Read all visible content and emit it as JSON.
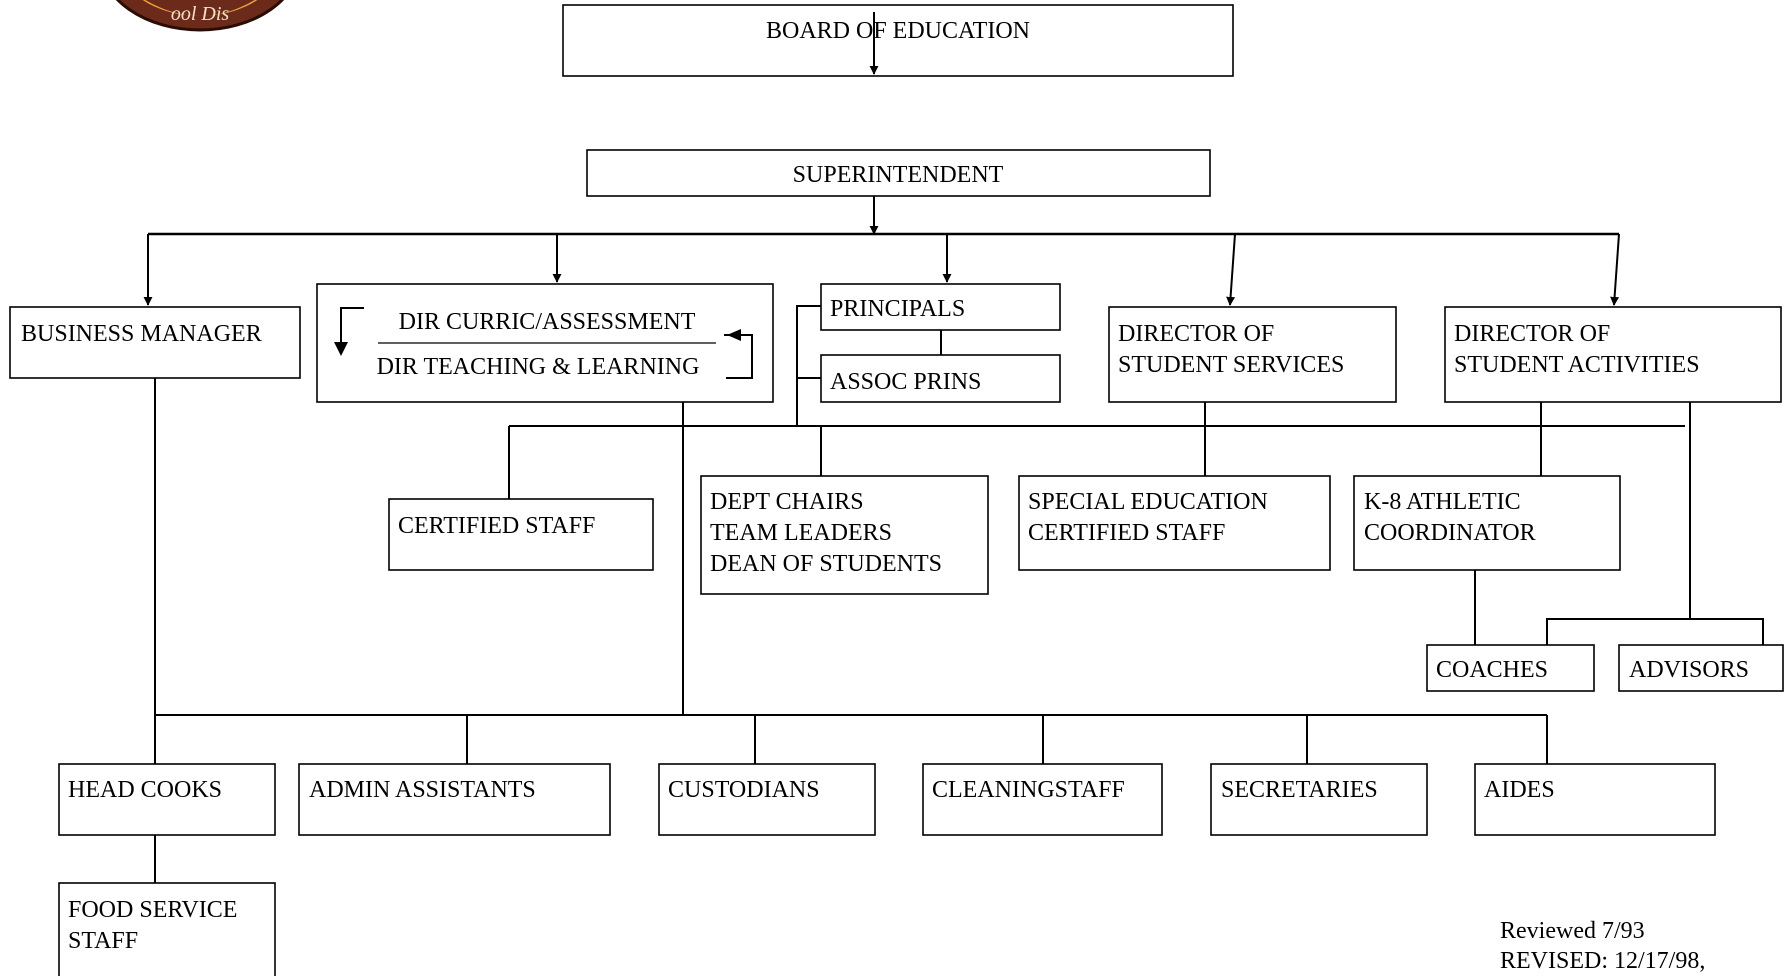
{
  "logo": {
    "text": "ool Dis",
    "outer_color": "#6b2a1a",
    "inner_color": "#e8a040"
  },
  "boxes": {
    "board": "BOARD OF EDUCATION",
    "superintendent": "SUPERINTENDENT",
    "business_manager": "BUSINESS MANAGER",
    "dir_curric": "DIR CURRIC/ASSESSMENT",
    "dir_teaching": "DIR  TEACHING & LEARNING",
    "principals": "PRINCIPALS",
    "assoc_prins": "ASSOC PRINS",
    "dir_student_services": [
      "DIRECTOR OF",
      "STUDENT SERVICES"
    ],
    "dir_student_activities": [
      "DIRECTOR OF",
      "STUDENT ACTIVITIES"
    ],
    "certified_staff": "CERTIFIED STAFF",
    "dept_chairs": [
      "DEPT CHAIRS",
      "TEAM LEADERS",
      "DEAN OF STUDENTS"
    ],
    "special_education": [
      "SPECIAL EDUCATION",
      "CERTIFIED STAFF"
    ],
    "k8_athletic": [
      "K-8 ATHLETIC",
      "COORDINATOR"
    ],
    "coaches": "COACHES",
    "advisors": "ADVISORS",
    "head_cooks": "HEAD COOKS",
    "admin_assistants": "ADMIN ASSISTANTS",
    "custodians": "CUSTODIANS",
    "cleaning_staff": "CLEANINGSTAFF",
    "secretaries": "SECRETARIES",
    "aides": "AIDES",
    "food_service": [
      "FOOD SERVICE",
      "STAFF"
    ]
  },
  "footer": {
    "reviewed": "Reviewed 7/93",
    "revised": "REVISED: 12/17/98,"
  }
}
